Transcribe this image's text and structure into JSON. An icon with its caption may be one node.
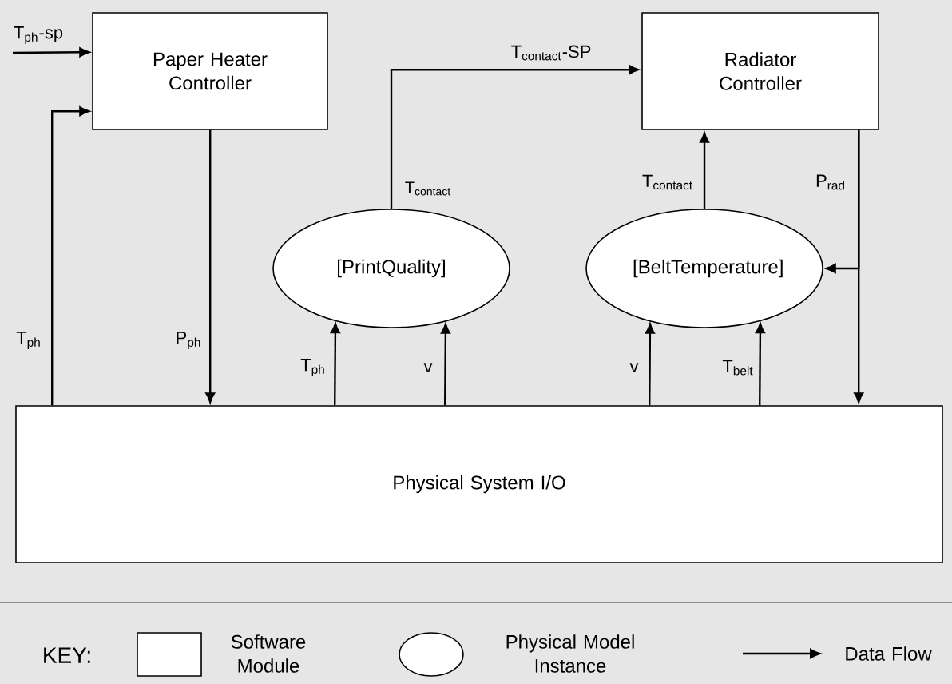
{
  "diagram": {
    "nodes": [
      {
        "text": [
          "Paper Heater Controller"
        ]
      },
      {
        "text": [
          "Radiator Controller"
        ]
      },
      {
        "text": [
          "[PrintQuality]"
        ]
      },
      {
        "text": [
          "[BeltTemperature]"
        ]
      },
      {
        "text": [
          "Physical System I/O"
        ]
      }
    ],
    "edges": [
      {
        "from": null,
        "to": 0,
        "arrow": "to",
        "label": "T$_{ph}$-sp"
      },
      {
        "from": 4,
        "to": 0,
        "arrow": "to",
        "label": "T$_{ph}$"
      },
      {
        "from": 0,
        "to": 4,
        "arrow": "to",
        "label": "P$_{ph}$"
      },
      {
        "from": 2,
        "to": 1,
        "arrow": "to",
        "label": "T$_{contact}$-SP"
      },
      {
        "from": 3,
        "to": 1,
        "arrow": "to",
        "label": "T$_{contact}$"
      },
      {
        "from": 1,
        "to": 4,
        "arrow": "to",
        "label": "P$_{rad}$"
      },
      {
        "from": 1,
        "to": 3,
        "arrow": "to"
      },
      {
        "from": 4,
        "to": 2,
        "arrow": "to",
        "label": "T$_{ph}$"
      },
      {
        "from": 4,
        "to": 2,
        "arrow": "to",
        "label": "v"
      },
      {
        "from": 4,
        "to": 3,
        "arrow": "to",
        "label": "v"
      },
      {
        "from": 4,
        "to": 3,
        "arrow": "to",
        "label": "T$_{belt}$"
      }
    ],
    "labels": [
      "T$_{contact}$",
      "KEY:"
    ],
    "legend": [
      {
        "text": "Software Module"
      },
      {
        "text": "Physical Model Instance"
      },
      {
        "text": "Data Flow"
      }
    ]
  }
}
